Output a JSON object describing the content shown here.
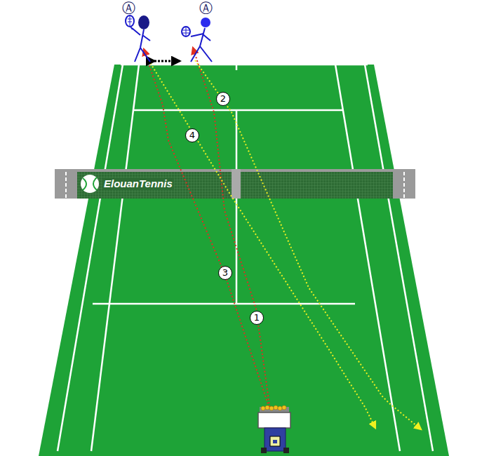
{
  "diagram": {
    "labels": [
      "Ⓐ",
      "Ⓐ",
      "2",
      "4",
      "ElouanTennis",
      "3",
      "1"
    ]
  }
}
